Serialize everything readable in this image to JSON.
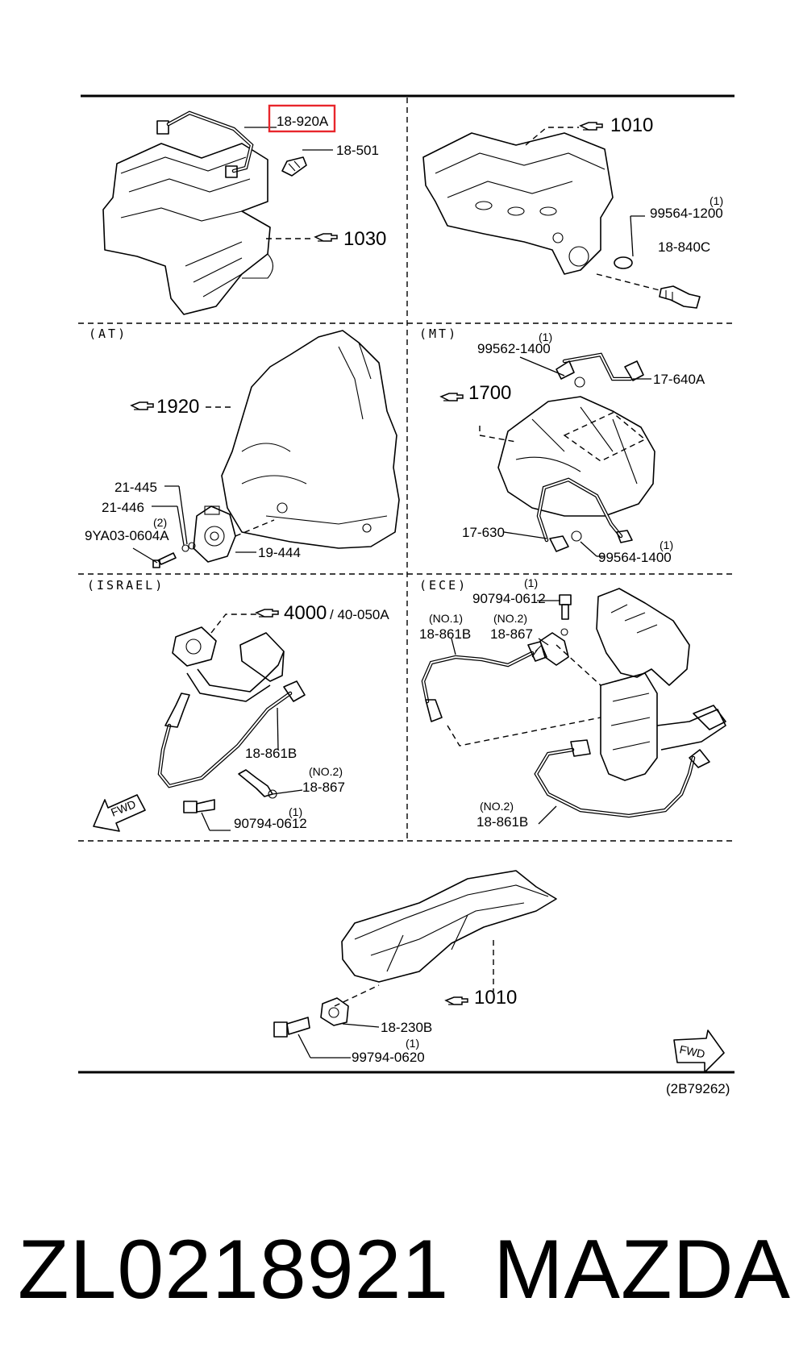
{
  "diagram": {
    "highlight_color": "#e8262c",
    "drawing_id": "(2B79262)",
    "sections": {
      "at": "(AT)",
      "mt": "(MT)",
      "israel": "(ISRAEL)",
      "ece": "(ECE)"
    },
    "labels": {
      "p18_920A": "18-920A",
      "p18_501": "18-501",
      "ref1030": "1030",
      "ref1010_top": "1010",
      "p99564_1200": "99564-1200",
      "q1_a": "(1)",
      "p18_840C": "18-840C",
      "ref1920": "1920",
      "p21_445": "21-445",
      "p21_446": "21-446",
      "q2": "(2)",
      "p9YA03_0604A": "9YA03-0604A",
      "p19_444": "19-444",
      "q1_b": "(1)",
      "p99562_1400": "99562-1400",
      "p17_640A": "17-640A",
      "ref1700": "1700",
      "p17_630": "17-630",
      "q1_c": "(1)",
      "p99564_1400": "99564-1400",
      "ref4000": "4000",
      "p40_050A": "/ 40-050A",
      "p18_861B_il": "18-861B",
      "no2_il": "(NO.2)",
      "p18_867_il": "18-867",
      "q1_d": "(1)",
      "p90794_0612_il": "90794-0612",
      "fwd_left": "FWD",
      "q1_e": "(1)",
      "p90794_0612_ece": "90794-0612",
      "no1_ece": "(NO.1)",
      "p18_861B_no1": "18-861B",
      "no2_ece": "(NO.2)",
      "p18_867_ece": "18-867",
      "no2_ece_b": "(NO.2)",
      "p18_861B_no2": "18-861B",
      "ref1010_bottom": "1010",
      "p18_230B": "18-230B",
      "q1_f": "(1)",
      "p99794_0620": "99794-0620",
      "fwd_right": "FWD"
    }
  },
  "footer": {
    "part_number": "ZL0218921",
    "brand": "MAZDA"
  }
}
